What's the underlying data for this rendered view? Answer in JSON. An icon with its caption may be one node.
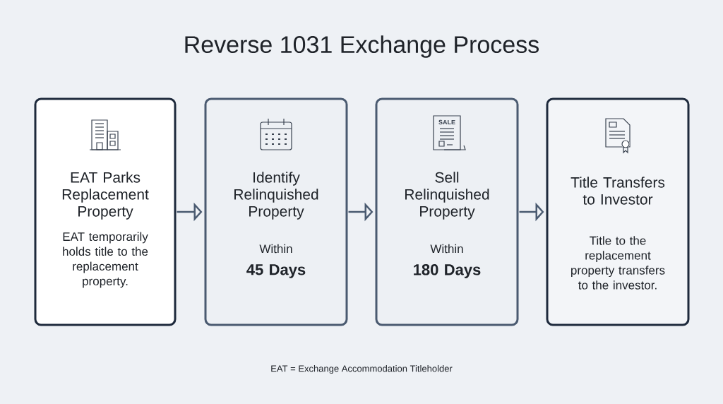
{
  "diagram": {
    "title": "Reverse 1031 Exchange Process",
    "nodes": [
      {
        "text": [
          "EAT Parks Replacement Property",
          "EAT temporarily holds title to the replacement property."
        ]
      },
      {
        "text": [
          "Identify Relinquished Property",
          "Within",
          "45 Days"
        ]
      },
      {
        "text": [
          "Sell Relinquished Property",
          "Within",
          "180 Days"
        ]
      },
      {
        "text": [
          "Title Transfers to Investor",
          "Title to the replacement property transfers to the investor."
        ]
      }
    ],
    "edges": [
      {
        "from": 0,
        "to": 1,
        "arrow": "to"
      },
      {
        "from": 1,
        "to": 2,
        "arrow": "to"
      },
      {
        "from": 2,
        "to": 3,
        "arrow": "to"
      }
    ],
    "labels": [
      "SALE",
      "EAT = Exchange Accommodation Titleholder"
    ]
  }
}
